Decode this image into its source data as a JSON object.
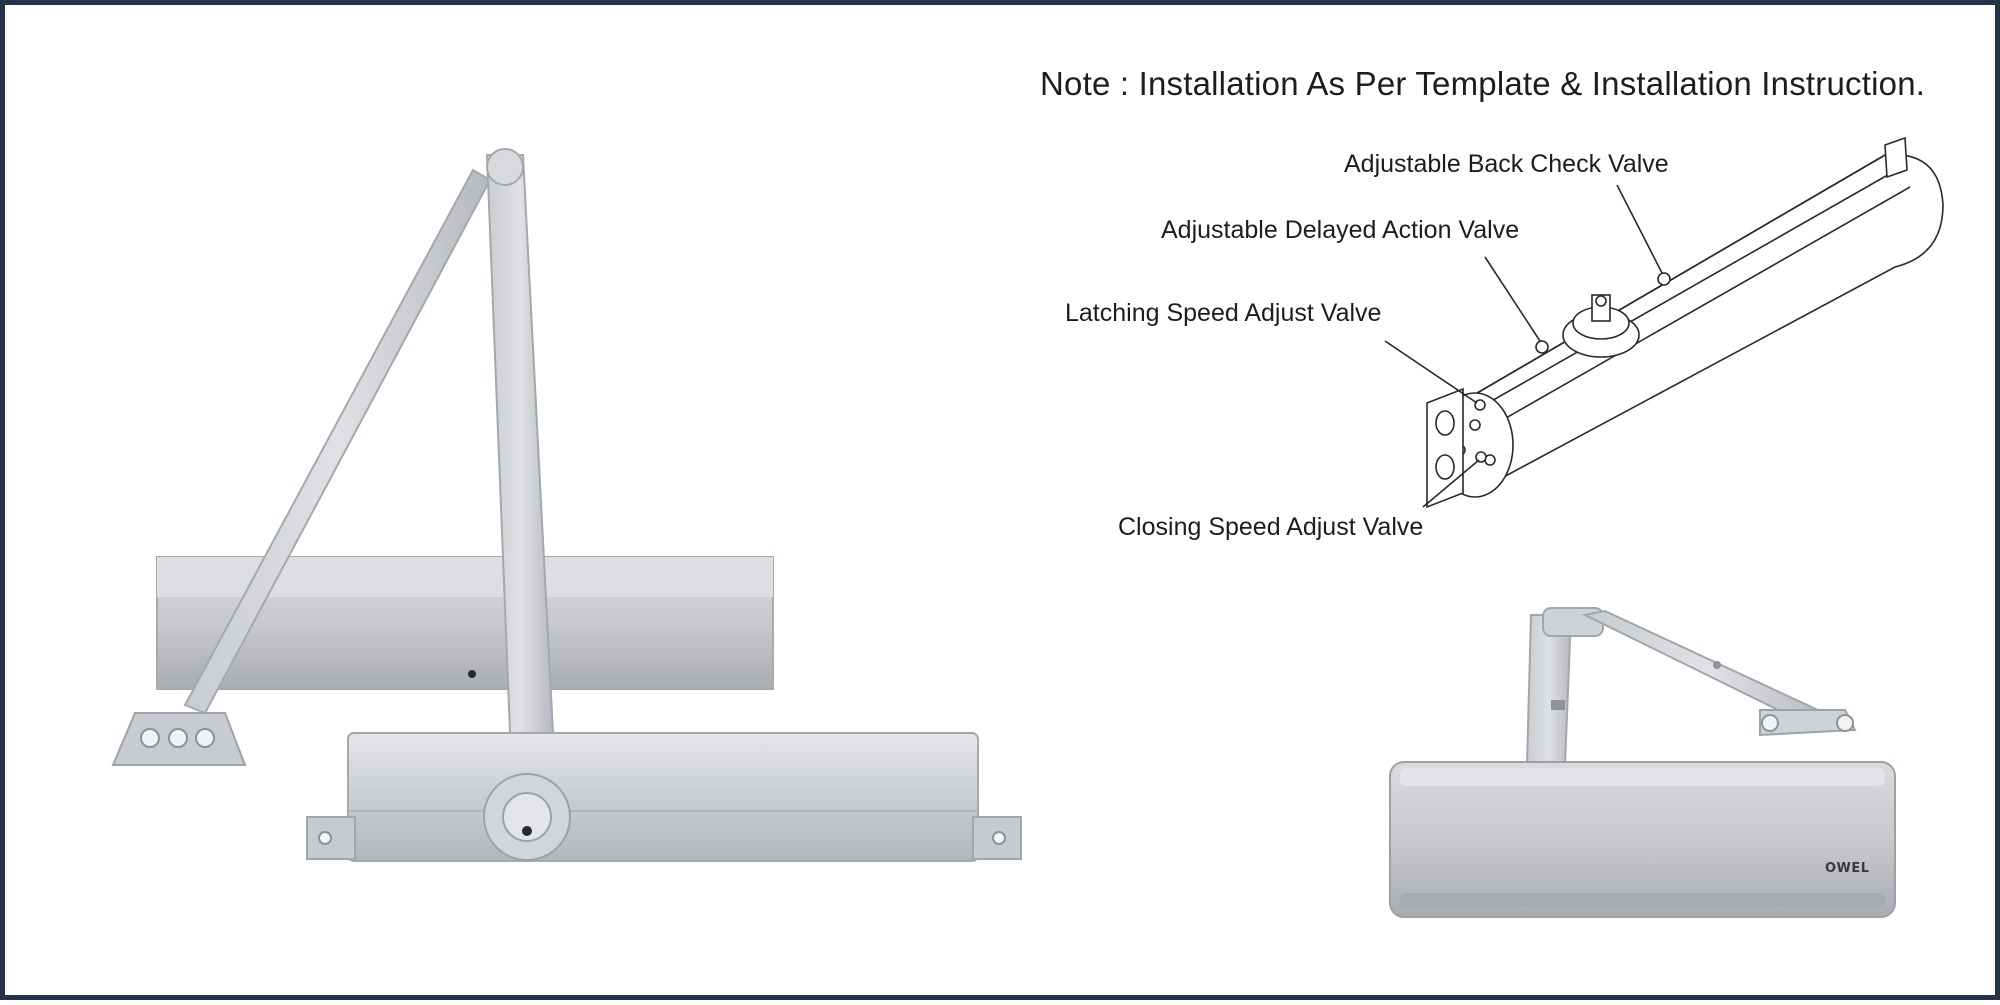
{
  "note": "Note : Installation As Per Template & Installation Instruction.",
  "callouts": {
    "back_check": "Adjustable Back Check Valve",
    "delayed_action": "Adjustable Delayed Action Valve",
    "latching_speed": "Latching Speed Adjust Valve",
    "closing_speed": "Closing Speed Adjust Valve"
  },
  "brand_logo": "OWEL",
  "colors": {
    "frame": "#263449",
    "metal_light": "#d6d8dc",
    "metal_mid": "#bfc2c7",
    "metal_dark": "#9a9ea5",
    "line": "#2a2a2a"
  }
}
